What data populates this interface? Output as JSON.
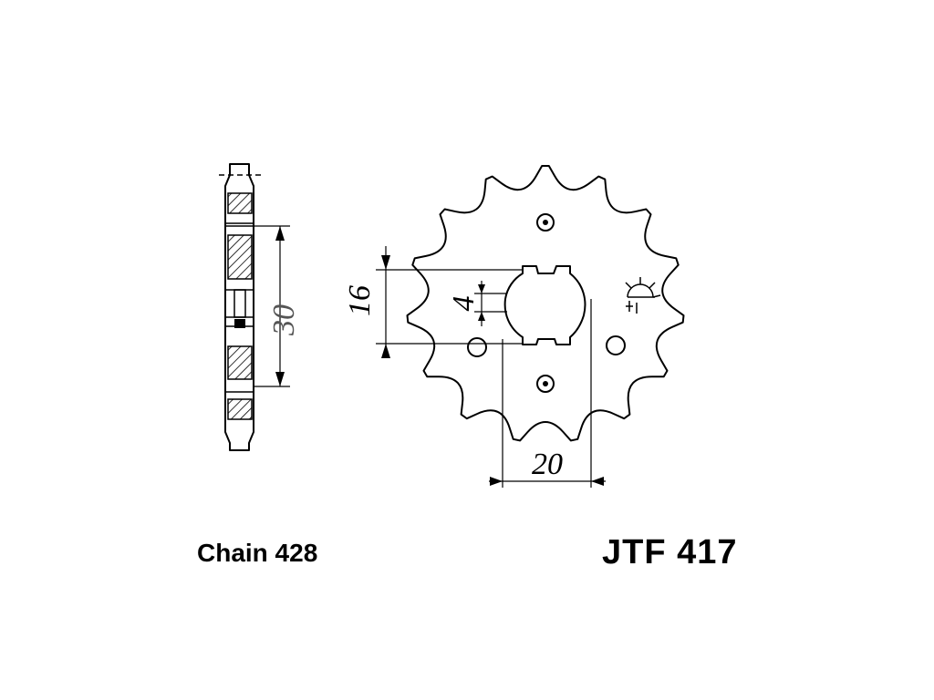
{
  "dimensions": {
    "thickness": "30",
    "bore_width": "16",
    "keyway": "4",
    "bolt_spacing": "20"
  },
  "chain_label": "Chain 428",
  "part_number": "JTF 417",
  "sprocket": {
    "teeth": 15,
    "bolt_holes": 4
  }
}
